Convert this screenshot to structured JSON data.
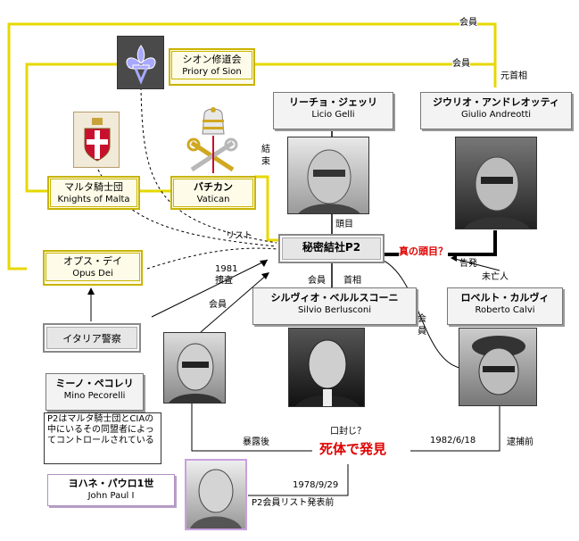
{
  "nodes": {
    "priory": {
      "jp": "シオン修道会",
      "en": "Priory of Sion"
    },
    "gelli": {
      "jp": "リーチョ・ジェッリ",
      "en": "Licio Gelli"
    },
    "andreotti": {
      "jp": "ジウリオ・アンドレオッティ",
      "en": "Giulio Andreotti"
    },
    "malta": {
      "jp": "マルタ騎士団",
      "en": "Knights of Malta"
    },
    "vatican": {
      "jp": "バチカン",
      "en": "Vatican"
    },
    "p2": {
      "jp": "秘密結社P2"
    },
    "opus": {
      "jp": "オプス・デイ",
      "en": "Opus Dei"
    },
    "berlusconi": {
      "jp": "シルヴィオ・ベルルスコーニ",
      "en": "Silvio Berlusconi"
    },
    "calvi": {
      "jp": "ロベルト・カルヴィ",
      "en": "Roberto Calvi"
    },
    "police": {
      "jp": "イタリア警察"
    },
    "pecorelli": {
      "jp": "ミーノ・ペコレリ",
      "en": "Mino Pecorelli"
    },
    "johnpaul": {
      "jp": "ヨハネ・パウロ1世",
      "en": "John Paul I"
    }
  },
  "note": "P2はマルタ騎士団とCIAの中にいるその同盟者によってコントロールされている",
  "labels": {
    "member_top": "会員",
    "member_sion": "会員",
    "former_pm": "元首相",
    "ketsu": "結",
    "soku": "束",
    "toumoku": "頭目",
    "list": "リスト",
    "true_head": "真の頭目？",
    "kokuhatsu": "告発",
    "mibojin": "未亡人",
    "shusho": "首相",
    "member_p2": "会員",
    "kai": "会",
    "in": "員",
    "year1981": "1981",
    "sousa": "捜査",
    "member_pec": "会員",
    "kuchifuuji": "口封じ？",
    "shitai": "死体で発見",
    "bakuro": "暴露後",
    "date_calvi": "1982/6/18",
    "taiho": "逮捕前",
    "date_jp": "1978/9/29",
    "listpub": "P2会員リスト発表前"
  },
  "colors": {
    "gold_line": "#e6d800",
    "red": "#e00000",
    "box_border": "#c8b400"
  }
}
